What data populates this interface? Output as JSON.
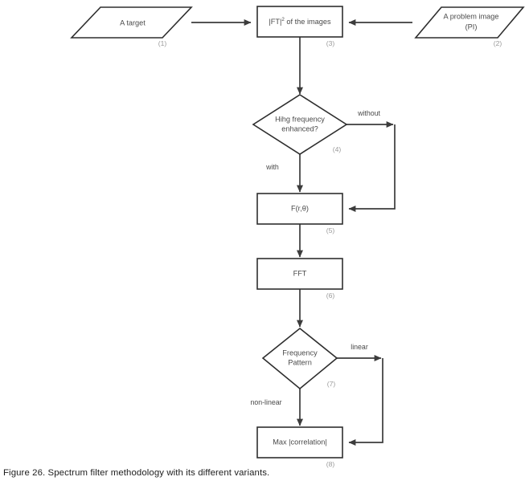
{
  "figure": {
    "caption": "Figure 26. Spectrum filter methodology with its different variants.",
    "colors": {
      "shape_stroke": "#2e2e2e",
      "connector": "#3c3c3c",
      "node_text": "#4a4a4a",
      "step_number": "#9a9a9a",
      "caption_text": "#1d1d1d",
      "background": "#ffffff"
    }
  },
  "diagram": {
    "type": "flowchart",
    "title": "Spectrum filter methodology",
    "nodes": [
      {
        "id": "target",
        "shape": "parallelogram",
        "label": "A target",
        "step": "(1)"
      },
      {
        "id": "problem-image",
        "shape": "parallelogram",
        "label_line1": "A problem image",
        "label_line2": "(PI)",
        "step": "(2)"
      },
      {
        "id": "ft-squared",
        "shape": "rectangle",
        "label_prefix": "|FT|",
        "label_superscript": "2",
        "label_suffix": " of the images",
        "step": "(3)"
      },
      {
        "id": "high-frequency-decision",
        "shape": "diamond",
        "label_line1": "Hihg frequency",
        "label_line2": "enhanced?",
        "step": "(4)"
      },
      {
        "id": "f-r-theta",
        "shape": "rectangle",
        "label": "F(r,θ)",
        "step": "(5)"
      },
      {
        "id": "fft",
        "shape": "rectangle",
        "label": "FFT",
        "step": "(6)"
      },
      {
        "id": "frequency-pattern-decision",
        "shape": "diamond",
        "label_line1": "Frequency",
        "label_line2": "Pattern",
        "step": "(7)"
      },
      {
        "id": "max-correlation",
        "shape": "rectangle",
        "label": "Max |correlation|",
        "step": "(8)"
      }
    ],
    "edges": [
      {
        "from": "target",
        "to": "ft-squared",
        "label": ""
      },
      {
        "from": "problem-image",
        "to": "ft-squared",
        "label": ""
      },
      {
        "from": "ft-squared",
        "to": "high-frequency-decision",
        "label": ""
      },
      {
        "from": "high-frequency-decision",
        "to": "f-r-theta",
        "label": "with"
      },
      {
        "from": "high-frequency-decision",
        "to": "f-r-theta",
        "label": "without"
      },
      {
        "from": "f-r-theta",
        "to": "fft",
        "label": ""
      },
      {
        "from": "fft",
        "to": "frequency-pattern-decision",
        "label": ""
      },
      {
        "from": "frequency-pattern-decision",
        "to": "max-correlation",
        "label": "non-linear"
      },
      {
        "from": "frequency-pattern-decision",
        "to": "max-correlation",
        "label": "linear"
      }
    ],
    "edge_labels": {
      "with": "with",
      "without": "without",
      "linear": "linear",
      "non_linear": "non-linear"
    }
  }
}
